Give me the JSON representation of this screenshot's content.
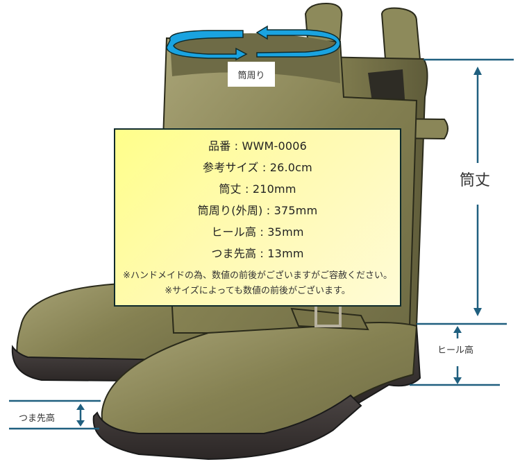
{
  "product_info": {
    "lines": [
      "品番 : WWM-0006",
      "参考サイズ : 26.0cm",
      "筒丈 : 210mm",
      "筒周り(外周) : 375mm",
      "ヒール高 : 35mm",
      "つま先高 : 13mm"
    ],
    "notes": [
      "※ハンドメイドの為、数値の前後がございますがご容赦ください。",
      "※サイズによっても数値の前後がございます。"
    ]
  },
  "annotations": {
    "circumference_label": "筒周り",
    "shaft_height_label": "筒丈",
    "heel_height_label": "ヒール高",
    "toe_height_label": "つま先高"
  },
  "colors": {
    "dimension_line": "#1f5f7f",
    "circumference_arrow": "#1aa3e0",
    "info_box_border": "#0e2a2c",
    "info_box_bg": "#ffff8a",
    "boot_leather": "#8a8658",
    "boot_sole": "#3a3432"
  }
}
